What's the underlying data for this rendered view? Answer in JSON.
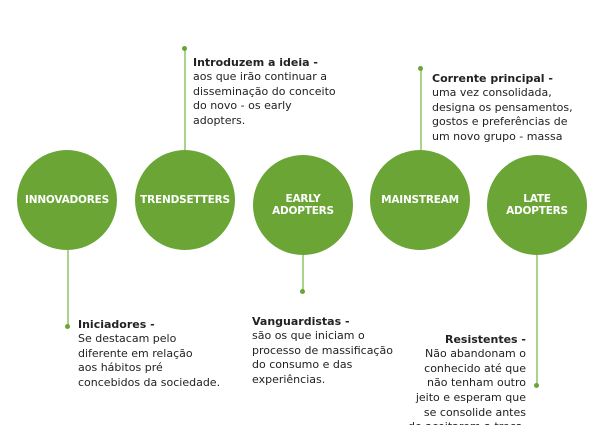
{
  "accent_color": "#6aa536",
  "stages": [
    {
      "label": "INNOVADORES",
      "note_title": "Iniciadores -",
      "note_body": "Se destacam pelo\ndiferente em relação\naos hábitos pré\nconcebidos da sociedade."
    },
    {
      "label": "TRENDSETTERS",
      "note_title": "Introduzem a ideia -",
      "note_body": "aos que irão continuar a\ndisseminação do conceito\ndo novo - os early\nadopters."
    },
    {
      "label": "EARLY\nADOPTERS",
      "note_title": "Vanguardistas -",
      "note_body": "são os que iniciam o\nprocesso de massificação\ndo consumo e das\nexperiências."
    },
    {
      "label": "MAINSTREAM",
      "note_title": "Corrente principal -",
      "note_body": "uma vez consolidada,\ndesigna os pensamentos,\ngostos e preferências de\num novo grupo - massa"
    },
    {
      "label": "LATE\nADOPTERS",
      "note_title": "Resistentes -",
      "note_body": "Não abandonam o\nconhecido até que\nnão tenham outro\njeito e esperam que\nse consolide antes\nde aceitarem a troca."
    }
  ]
}
